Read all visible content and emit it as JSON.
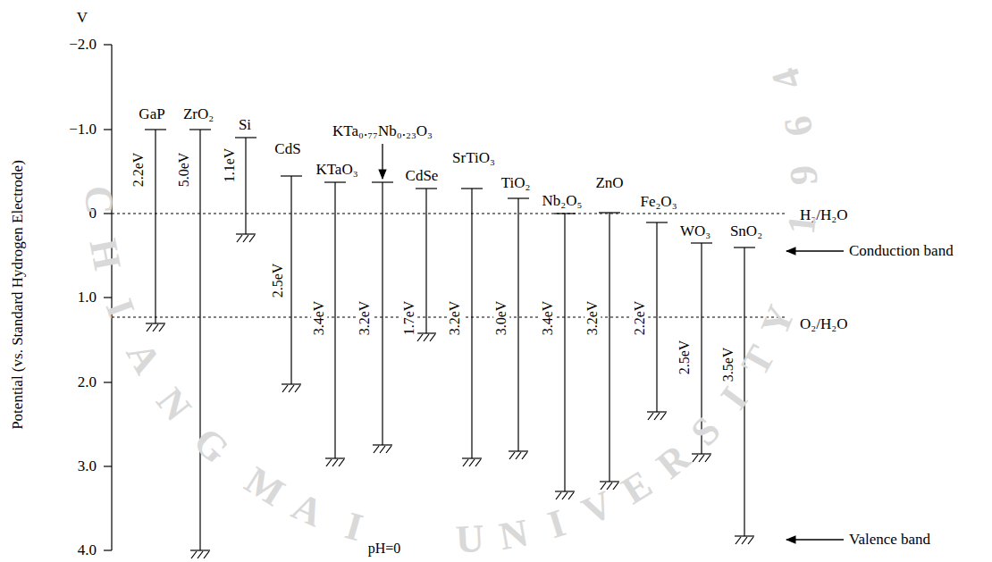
{
  "diagram": {
    "labels": [
      "V",
      "−2.0",
      "−1.0",
      "0",
      "1.0",
      "2.0",
      "3.0",
      "4.0",
      "Potential (vs. Standard Hydrogen Electrode)",
      "GaP",
      "ZrO₂",
      "Si",
      "CdS",
      "KTaO₃",
      "KTa₀.₇₇Nb₀.₂₃O₃",
      "CdSe",
      "SrTiO₃",
      "TiO₂",
      "Nb₂O₅",
      "ZnO",
      "Fe₂O₃",
      "WO₃",
      "SnO₂",
      "2.2eV",
      "5.0eV",
      "1.1eV",
      "2.5eV",
      "3.4eV",
      "3.2eV",
      "1.7eV",
      "3.2eV",
      "3.0eV",
      "3.4eV",
      "3.2eV",
      "2.2eV",
      "2.5eV",
      "3.5eV",
      "H₂/H₂O",
      "O₂/H₂O",
      "Conduction band",
      "Valence band",
      "pH=0",
      "CHIANG",
      "MAI",
      "UNIVERSITY",
      "1964"
    ]
  }
}
